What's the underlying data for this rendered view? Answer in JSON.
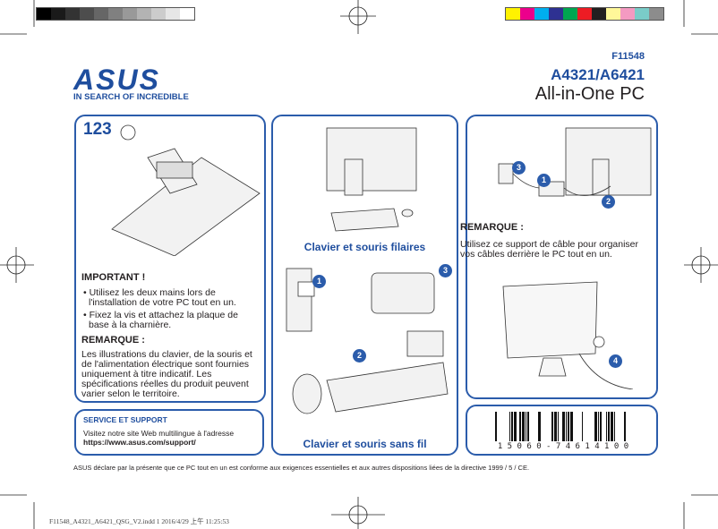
{
  "header": {
    "code": "F11548",
    "model": "A4321/A6421",
    "product": "All-in-One PC"
  },
  "logo": {
    "brand": "ASUS",
    "tagline": "IN SEARCH OF INCREDIBLE"
  },
  "colors": {
    "accent": "#2b5cab",
    "title": "#1f4e9e"
  },
  "swatches_gray": [
    "#000000",
    "#1a1a1a",
    "#333333",
    "#4d4d4d",
    "#666666",
    "#808080",
    "#999999",
    "#b3b3b3",
    "#cccccc",
    "#e6e6e6",
    "#ffffff"
  ],
  "swatches_color": [
    "#fff200",
    "#ec008c",
    "#00aeef",
    "#2e3192",
    "#00a651",
    "#ed1c24",
    "#231f20",
    "#fff799",
    "#f49ac1",
    "#7accc8",
    "#8c8c8c"
  ],
  "left_panel": {
    "step_label": "123",
    "important_title": "IMPORTANT !",
    "important_items": [
      "Utilisez les deux mains lors de l'installation de votre PC tout en un.",
      "Fixez la vis et attachez la plaque de base à la charnière."
    ],
    "note_title": "REMARQUE :",
    "note_text": "Les illustrations du clavier, de la souris et de l'alimentation électrique sont fournies uniquement à titre indicatif. Les spécifications réelles du produit peuvent varier selon le territoire."
  },
  "service": {
    "title": "SERVICE ET SUPPORT",
    "text": "Visitez notre site Web multilingue à l'adresse",
    "url": "https://www.asus.com/support/"
  },
  "middle_panel": {
    "wired_caption": "Clavier et souris filaires",
    "wireless_caption": "Clavier et souris sans fil",
    "badges": [
      "1",
      "2",
      "3"
    ]
  },
  "right_panel": {
    "badges": [
      "3",
      "1",
      "2",
      "4"
    ],
    "note_title": "REMARQUE :",
    "note_text": "Utilisez ce support de câble pour organiser vos câbles derrière le PC tout en un."
  },
  "barcode": {
    "number": "1 5 0 6 0 - 7 4 6 1 4 1 0 0"
  },
  "footer": {
    "declaration": "ASUS déclare par la présente que ce PC tout en un est conforme aux exigences essentielles et aux autres dispositions liées de la directive 1999 / 5 / CE.",
    "slug": "F11548_A4321_A6421_QSG_V2.indd   1   2016/4/29   上午 11:25:53"
  }
}
